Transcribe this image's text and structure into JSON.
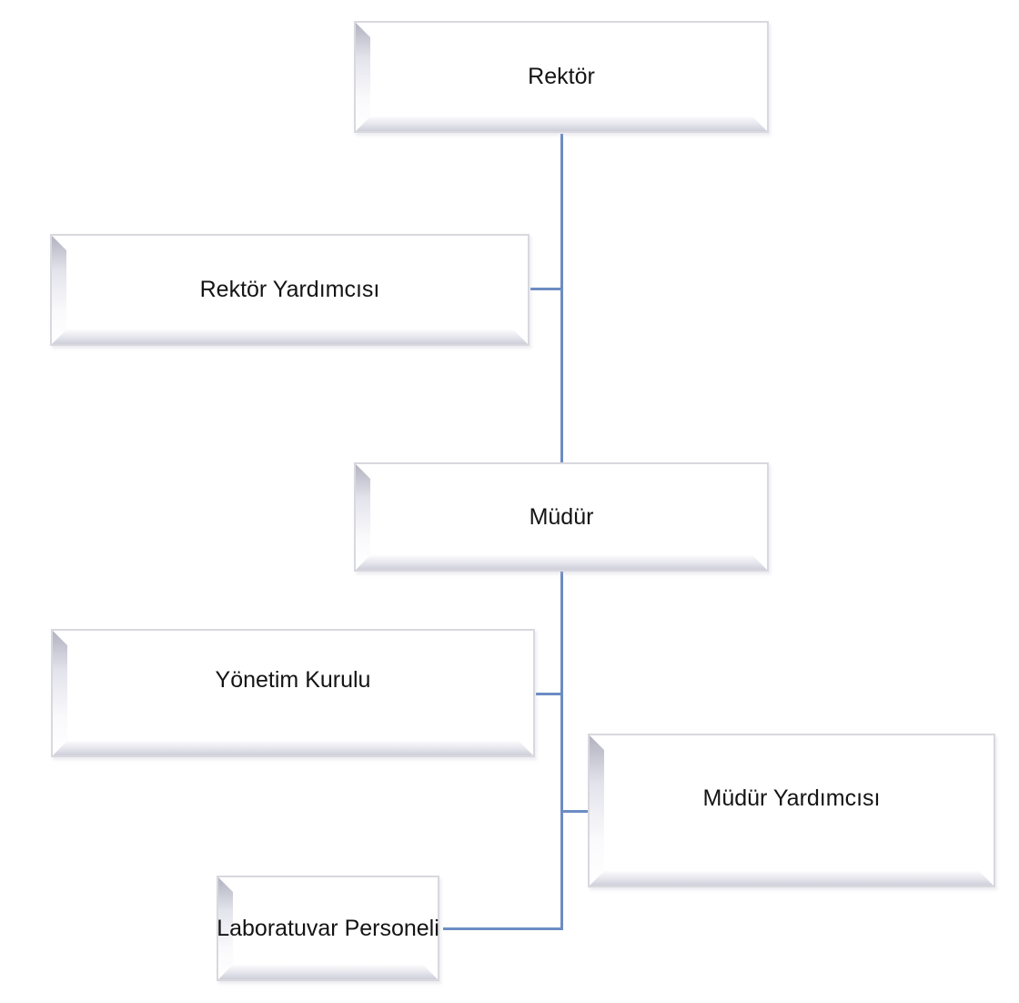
{
  "diagram": {
    "type": "org-chart",
    "nodes": [
      {
        "id": "rektor",
        "label": "Rektör"
      },
      {
        "id": "rektor-yardimcisi",
        "label": "Rektör Yardımcısı"
      },
      {
        "id": "mudur",
        "label": "Müdür"
      },
      {
        "id": "yonetim-kurulu",
        "label": "Yönetim Kurulu"
      },
      {
        "id": "mudur-yardimcisi",
        "label": "Müdür Yardımcısı"
      },
      {
        "id": "laboratuvar-personeli",
        "label": "Laboratuvar Personeli"
      }
    ],
    "edges": [
      {
        "from": "rektor",
        "to": "rektor-yardimcisi"
      },
      {
        "from": "rektor",
        "to": "mudur"
      },
      {
        "from": "mudur",
        "to": "yonetim-kurulu"
      },
      {
        "from": "mudur",
        "to": "mudur-yardimcisi"
      },
      {
        "from": "mudur",
        "to": "laboratuvar-personeli"
      }
    ],
    "colors": {
      "connector": "#6c8cc3",
      "box_fill": "#ffffff",
      "box_border": "#d8d8de",
      "text": "#141414"
    }
  }
}
